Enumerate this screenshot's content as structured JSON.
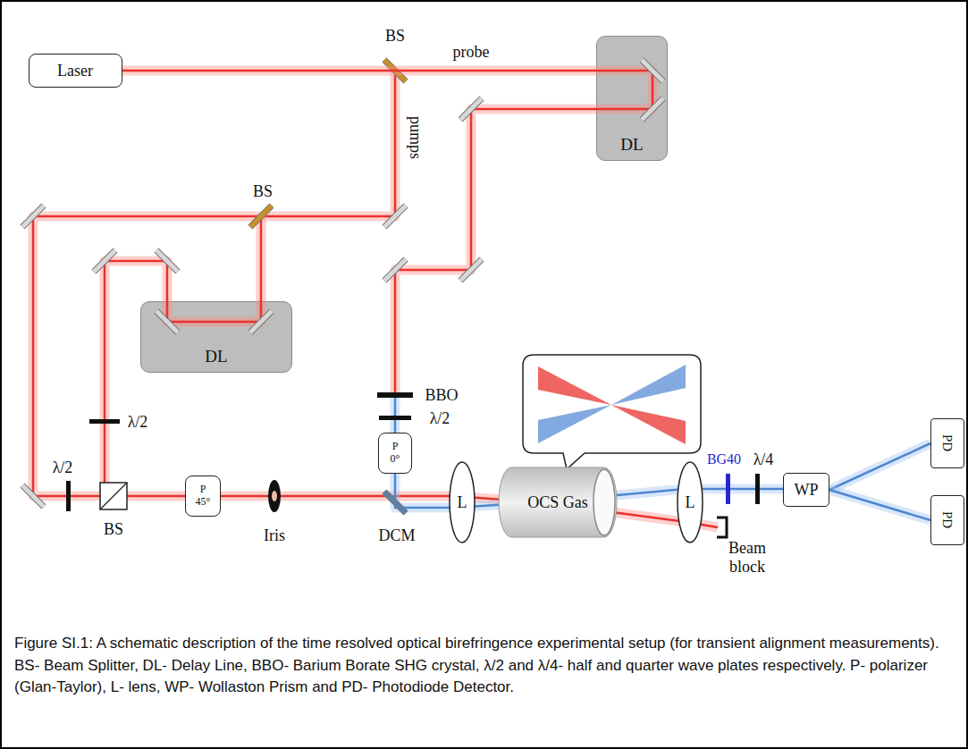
{
  "diagram": {
    "caption": "Figure SI.1: A schematic description of the time resolved optical birefringence experimental setup (for transient alignment measurements). BS- Beam Splitter, DL- Delay Line, BBO- Barium Borate SHG crystal, λ/2 and λ/4- half and quarter wave plates respectively. P- polarizer (Glan-Taylor), L- lens, WP- Wollaston Prism and PD- Photodiode Detector.",
    "nodes": [
      {
        "text": [
          "Laser"
        ]
      },
      {
        "text": [
          "DL"
        ]
      },
      {
        "text": [
          "DL"
        ]
      },
      {
        "text": [
          "P 45°"
        ]
      },
      {
        "text": [
          "P 0°"
        ]
      },
      {
        "text": [
          "L"
        ]
      },
      {
        "text": [
          "OCS Gas"
        ]
      },
      {
        "text": [
          "L"
        ]
      },
      {
        "text": [
          "WP"
        ]
      },
      {
        "text": [
          "PD"
        ]
      },
      {
        "text": [
          "PD"
        ]
      }
    ],
    "edges": [
      {
        "from": 0,
        "to": 1,
        "arrow": "none"
      },
      {
        "from": 8,
        "to": 9,
        "arrow": "none"
      },
      {
        "from": 8,
        "to": 10,
        "arrow": "none"
      }
    ],
    "labels": [
      "BS",
      "probe",
      "pumps",
      "BS",
      "λ/2",
      "λ/2",
      "BS",
      "Iris",
      "DCM",
      "BBO",
      "λ/2",
      "BG40",
      "λ/4",
      "Beam block"
    ]
  }
}
